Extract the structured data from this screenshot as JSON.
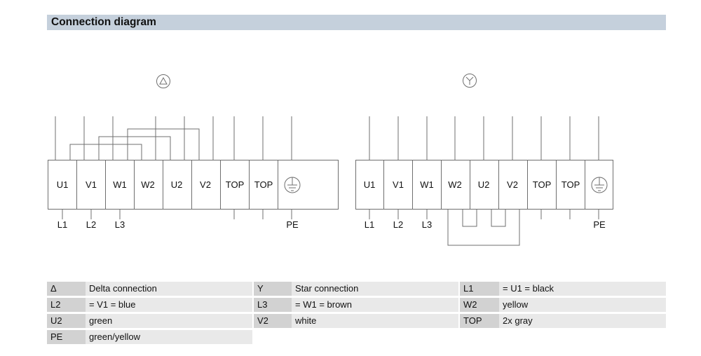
{
  "header": {
    "title": "Connection diagram"
  },
  "delta_diagram": {
    "symbol": "Δ",
    "terminals": [
      "U1",
      "V1",
      "W1",
      "W2",
      "U2",
      "V2",
      "TOP",
      "TOP",
      "PE"
    ],
    "lines": [
      "L1",
      "L2",
      "L3"
    ],
    "pe_label": "PE"
  },
  "star_diagram": {
    "symbol": "Y",
    "terminals": [
      "U1",
      "V1",
      "W1",
      "W2",
      "U2",
      "V2",
      "TOP",
      "TOP",
      "PE"
    ],
    "lines": [
      "L1",
      "L2",
      "L3"
    ],
    "pe_label": "PE"
  },
  "legend": [
    [
      {
        "key": "Δ",
        "value": "Delta connection"
      },
      {
        "key": "Y",
        "value": "Star connection"
      },
      {
        "key": "L1",
        "value": "= U1 = black"
      }
    ],
    [
      {
        "key": "L2",
        "value": "= V1 = blue"
      },
      {
        "key": "L3",
        "value": "= W1 = brown"
      },
      {
        "key": "W2",
        "value": "yellow"
      }
    ],
    [
      {
        "key": "U2",
        "value": "green"
      },
      {
        "key": "V2",
        "value": "white"
      },
      {
        "key": "TOP",
        "value": "2x gray"
      }
    ],
    [
      {
        "key": "PE",
        "value": "green/yellow"
      }
    ]
  ],
  "colors": {
    "header_bg": "#c5d0dc",
    "legend_key_bg": "#d2d2d2",
    "legend_value_bg": "#e9e9e9",
    "line": "#6f6f6f"
  }
}
